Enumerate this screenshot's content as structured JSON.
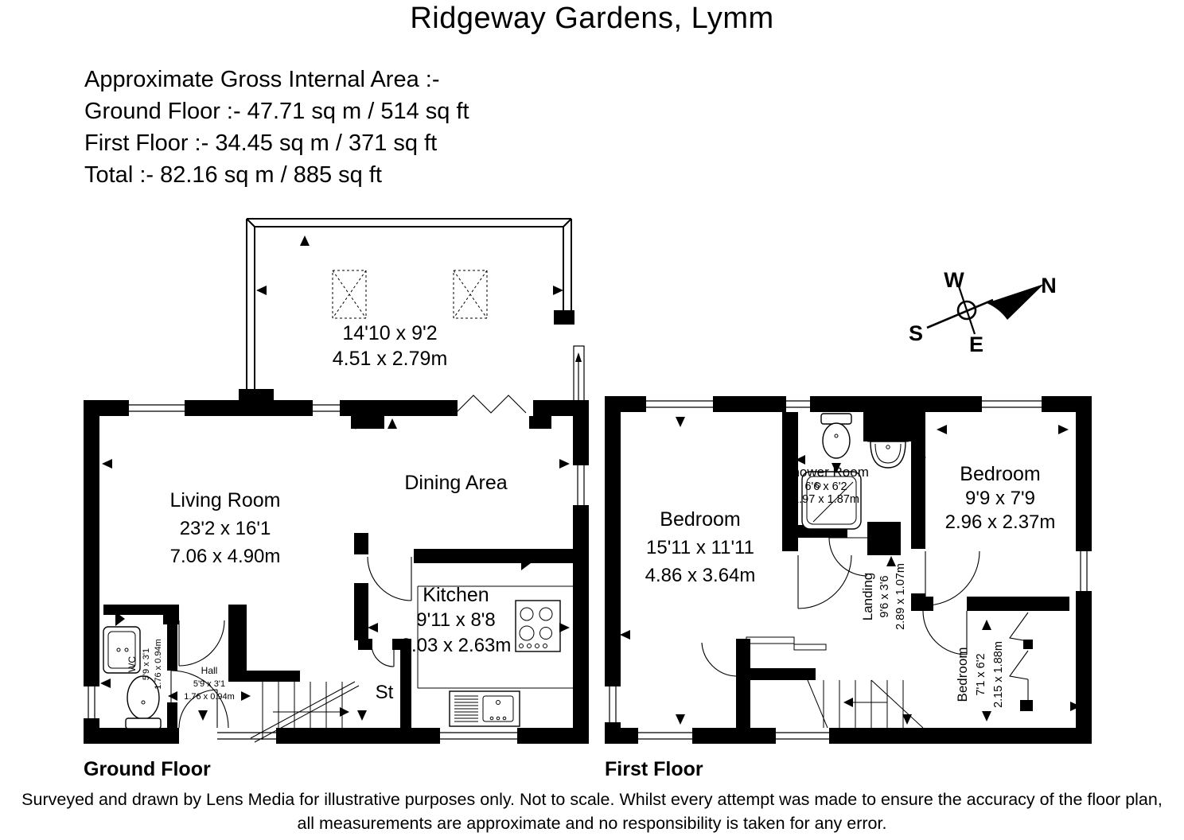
{
  "title": "Ridgeway Gardens, Lymm",
  "area_summary": {
    "heading": "Approximate Gross Internal Area :-",
    "ground_floor": "Ground Floor :- 47.71 sq m / 514 sq ft",
    "first_floor": "First Floor :- 34.45 sq m / 371 sq ft",
    "total": "Total :- 82.16 sq m / 885 sq ft"
  },
  "compass": {
    "n": "N",
    "s": "S",
    "e": "E",
    "w": "W"
  },
  "ground_floor": {
    "label": "Ground Floor",
    "garden_room": {
      "dims_ft": "14'10 x 9'2",
      "dims_m": "4.51 x 2.79m"
    },
    "living_room": {
      "name": "Living Room",
      "dims_ft": "23'2 x 16'1",
      "dims_m": "7.06 x 4.90m"
    },
    "dining_area": {
      "name": "Dining Area"
    },
    "kitchen": {
      "name": "Kitchen",
      "dims_ft": "9'11 x 8'8",
      "dims_m": "3.03 x 2.63m"
    },
    "store": {
      "name": "St"
    },
    "wc": {
      "name": "WC",
      "dims_ft": "5'9 x 3'1",
      "dims_m": "1.76 x 0.94m"
    },
    "hall": {
      "name": "Hall",
      "dims_ft": "5'9 x 3'1",
      "dims_m": "1.76 x 0.94m"
    }
  },
  "first_floor": {
    "label": "First Floor",
    "bedroom1": {
      "name": "Bedroom",
      "dims_ft": "15'11 x 11'11",
      "dims_m": "4.86 x 3.64m"
    },
    "shower_room": {
      "name": "Shower Room",
      "dims_ft": "6'6 x 6'2",
      "dims_m": "1.97 x 1.87m"
    },
    "bedroom2": {
      "name": "Bedroom",
      "dims_ft": "9'9 x 7'9",
      "dims_m": "2.96 x 2.37m"
    },
    "landing": {
      "name": "Landing",
      "dims_ft": "9'6 x 3'6",
      "dims_m": "2.89 x 1.07m"
    },
    "bedroom3": {
      "name": "Bedroom",
      "dims_ft": "7'1 x 6'2",
      "dims_m": "2.15 x 1.88m"
    }
  },
  "footer": {
    "line1": "Surveyed and drawn by Lens Media for illustrative purposes only. Not to scale. Whilst every attempt was made to ensure the accuracy of the floor plan,",
    "line2": "all measurements are approximate and no responsibility is taken for any error."
  },
  "colors": {
    "ink": "#000000",
    "paper": "#ffffff"
  }
}
